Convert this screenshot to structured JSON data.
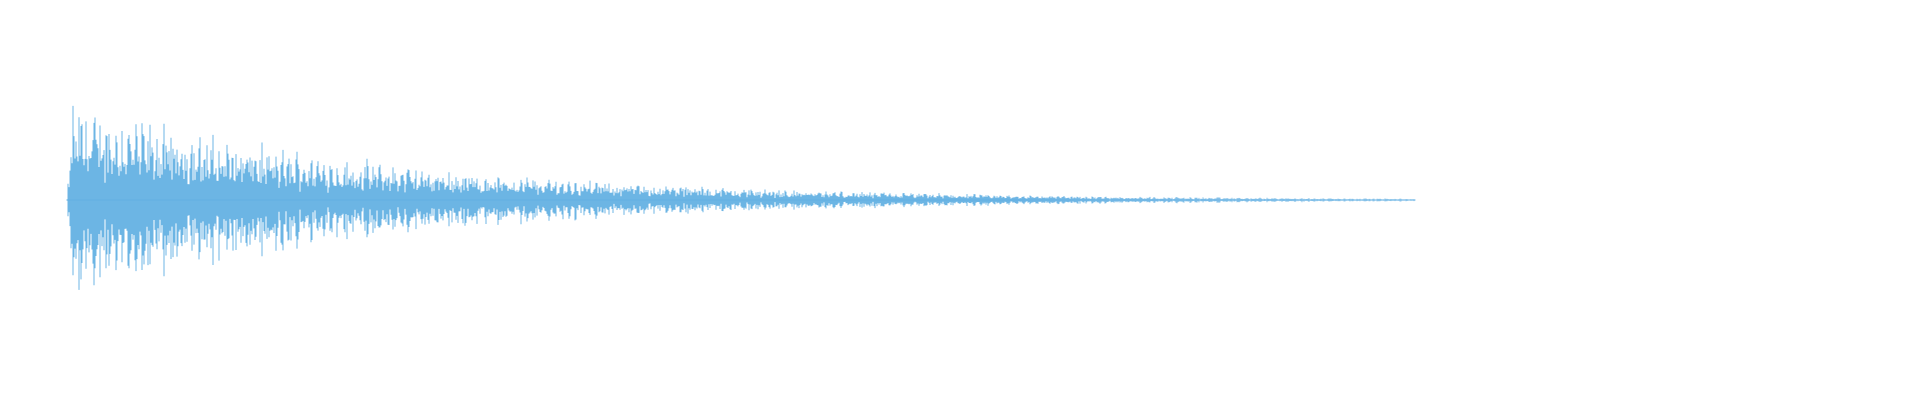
{
  "waveform": {
    "color": "#5dade2",
    "background": "#ffffff",
    "amplitude_envelope": {
      "attack_level": 0.85,
      "decay_shape": "exponential",
      "sustain_level": 0.0
    },
    "start_fraction_of_duration": 0.0,
    "sound_end_fraction_of_duration": 1.0
  }
}
